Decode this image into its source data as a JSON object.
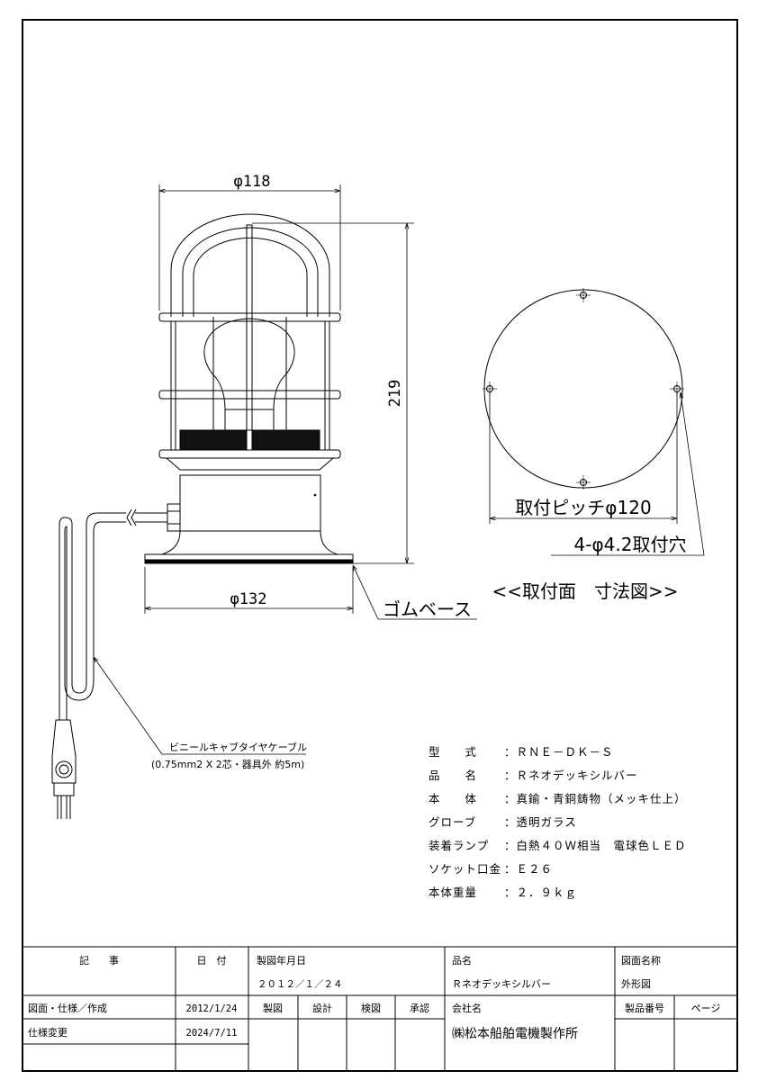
{
  "dimensions": {
    "top_width": "φ118",
    "height": "219",
    "base_width": "φ132",
    "pitch": "取付ピッチφ120",
    "holes": "4-φ4.2取付穴"
  },
  "labels": {
    "rubber_base": "ゴムベース",
    "view_title": "<<取付面　寸法図>>",
    "cable_name": "ビニールキャブタイヤケーブル",
    "cable_spec": "(0.75mm2 X 2芯・器具外 約5m)"
  },
  "specs": [
    {
      "label": "型　　式",
      "value": "：ＲＮＥ－ＤＫ－Ｓ"
    },
    {
      "label": "品　　名",
      "value": "：Ｒネオデッキシルバー"
    },
    {
      "label": "本　　体",
      "value": "：真鍮・青銅鋳物（メッキ仕上）"
    },
    {
      "label": "グローブ",
      "value": "：透明ガラス"
    },
    {
      "label": "装着ランプ",
      "value": "：白熱４０Ｗ相当　電球色ＬＥＤ"
    },
    {
      "label": "ソケット口金",
      "value": "：Ｅ２６"
    },
    {
      "label": "本体重量",
      "value": "：２．９ｋｇ"
    }
  ],
  "title_block": {
    "h_kiji": "記　　事",
    "h_hizuke": "日　付",
    "h_seizu_date": "製図年月日",
    "seizu_date": "２０１２／１／２４",
    "h_hinmei": "品名",
    "hinmei": "Ｒネオデッキシルバー",
    "h_zumen_meisho": "図面名称",
    "zumen_meisho": "外形図",
    "row1_kiji": "図面・仕様／作成",
    "row1_date": "2012/1/24",
    "row2_kiji": "仕様変更",
    "row2_date": "2024/7/11",
    "h_seizu": "製図",
    "h_sekkei": "設計",
    "h_kenzu": "検図",
    "h_shonin": "承認",
    "h_kaisha": "会社名",
    "kaisha": "㈱松本船舶電機製作所",
    "h_seihin_bango": "製品番号",
    "h_page": "ページ"
  }
}
